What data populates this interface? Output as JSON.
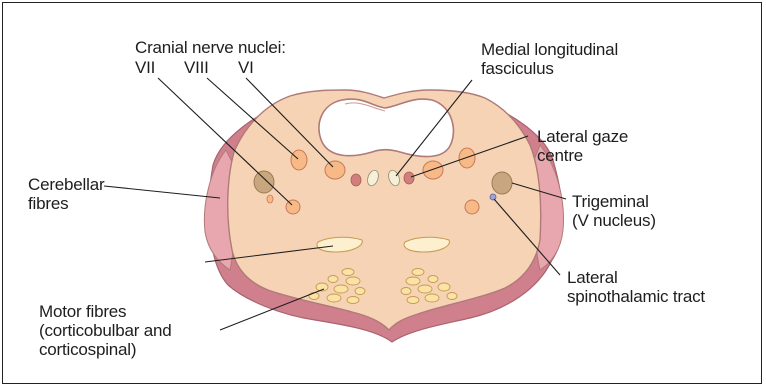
{
  "labels": {
    "cranial_nerve_nuclei": "Cranial nerve nuclei:",
    "nucleus_vii": "VII",
    "nucleus_viii": "VIII",
    "nucleus_vi": "VI",
    "mlf_line1": "Medial longitudinal",
    "mlf_line2": "fasciculus",
    "lateral_gaze_line1": "Lateral gaze",
    "lateral_gaze_line2": "centre",
    "cerebellar_line1": "Cerebellar",
    "cerebellar_line2": "fibres",
    "trigeminal_line1": "Trigeminal",
    "trigeminal_line2": "(V nucleus)",
    "spinothalamic_line1": "Lateral",
    "spinothalamic_line2": "spinothalamic tract",
    "motor_line1": "Motor fibres",
    "motor_line2": "(corticobulbar and",
    "motor_line3": "corticospinal)"
  },
  "colors": {
    "tissue_fill": "#f5d3b4",
    "tissue_outline": "#b07a78",
    "cerebellar_peduncle": "#e8a7ae",
    "rim_shadow": "#d07f8c",
    "ventricle": "#ffffff",
    "nucleus_orange": "#f7b986",
    "nucleus_orange_stroke": "#c8785a",
    "nucleus_olive": "#c8a67e",
    "fibre_yellow": "#fbe3a6",
    "fibre_stroke": "#c59a52",
    "leader_line": "#1e1e1e",
    "spinothalamic_dot": "#9fa4d8"
  }
}
